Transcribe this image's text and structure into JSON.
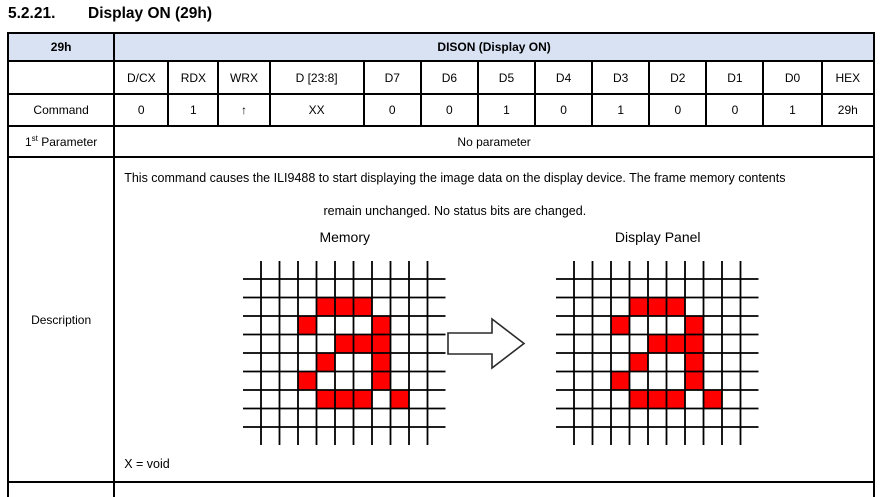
{
  "title": {
    "number": "5.2.21.",
    "text": "Display ON (29h)"
  },
  "colors": {
    "header_bg": "#D8E2F3",
    "pixel_red": "#FF0000",
    "border": "#000000"
  },
  "table": {
    "reg_id": "29h",
    "reg_name": "DISON (Display ON)",
    "columns": [
      "",
      "D/CX",
      "RDX",
      "WRX",
      "D [23:8]",
      "D7",
      "D6",
      "D5",
      "D4",
      "D3",
      "D2",
      "D1",
      "D0",
      "HEX"
    ],
    "command_row": {
      "label": "Command",
      "values": [
        "0",
        "1",
        "↑",
        "XX",
        "0",
        "0",
        "1",
        "0",
        "1",
        "0",
        "0",
        "1",
        "29h"
      ]
    },
    "parameter_row": {
      "label_base": "1",
      "label_sup": "st",
      "label_rest": " Parameter",
      "value": "No parameter"
    },
    "description_row": {
      "label": "Description",
      "text_lines": [
        "This command causes the ILI9488 to start displaying the image data on the display device. The frame memory contents",
        "remain unchanged. No status bits are changed."
      ],
      "figure": {
        "memory_label": "Memory",
        "display_label": "Display Panel",
        "note": "X = void",
        "grid": {
          "cols": 9,
          "rows": 8,
          "cell": 18.5,
          "margin": 18,
          "red_cells": [
            [
              1,
              3
            ],
            [
              1,
              4
            ],
            [
              1,
              5
            ],
            [
              2,
              2
            ],
            [
              2,
              6
            ],
            [
              3,
              4
            ],
            [
              3,
              5
            ],
            [
              3,
              6
            ],
            [
              4,
              3
            ],
            [
              4,
              6
            ],
            [
              5,
              2
            ],
            [
              5,
              6
            ],
            [
              6,
              3
            ],
            [
              6,
              4
            ],
            [
              6,
              5
            ],
            [
              6,
              7
            ]
          ]
        }
      }
    }
  }
}
